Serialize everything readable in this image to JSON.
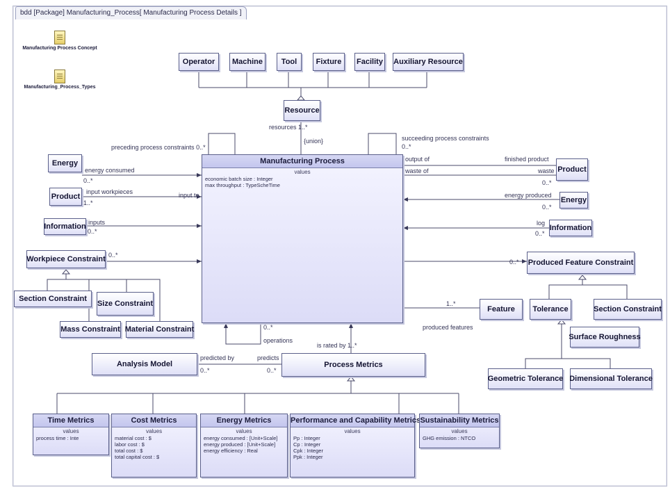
{
  "tab": {
    "label": "bdd [Package] Manufacturing_Process[ Manufacturing Process Details ]"
  },
  "packages": {
    "concept": "Manufacturing Process Concept",
    "types": "Manufacturing_Process_Types"
  },
  "resources": {
    "items": [
      "Operator",
      "Machine",
      "Tool",
      "Fixture",
      "Facility",
      "Auxiliary Resource"
    ],
    "parent": "Resource"
  },
  "main": {
    "title": "Manufacturing Process",
    "section": "values",
    "attributes": [
      "economic batch size : Integer",
      "max throughput : TypeScheTime"
    ]
  },
  "left_blocks": {
    "energy": "Energy",
    "product": "Product",
    "information": "Information",
    "workpiece_constraint": "Workpiece Constraint",
    "section_constraint": "Section Constraint",
    "size_constraint": "Size Constraint",
    "mass_constraint": "Mass Constraint",
    "material_constraint": "Material Constraint"
  },
  "right_blocks": {
    "product": "Product",
    "energy": "Energy",
    "information": "Information",
    "produced_feature_constraint": "Produced Feature Constraint",
    "feature": "Feature",
    "tolerance": "Tolerance",
    "section_constraint": "Section Constraint",
    "surface_roughness": "Surface Roughness",
    "geometric_tolerance": "Geometric Tolerance",
    "dimensional_tolerance": "Dimensional Tolerance"
  },
  "bottom": {
    "analysis_model": "Analysis Model",
    "process_metrics": "Process Metrics"
  },
  "metrics": [
    {
      "title": "Time Metrics",
      "section": "values",
      "attrs": [
        "process time : Inte"
      ]
    },
    {
      "title": "Cost Metrics",
      "section": "values",
      "attrs": [
        "material cost : $",
        "labor cost : $",
        "total cost : $",
        "total capital cost : $"
      ]
    },
    {
      "title": "Energy Metrics",
      "section": "values",
      "attrs": [
        "energy consumed : [Unit+Scale]",
        "energy produced : [Unit+Scale]",
        "energy efficiency : Real"
      ]
    },
    {
      "title": "Performance and Capability Metrics",
      "section": "values",
      "attrs": [
        "Pp : Integer",
        "Cp : Integer",
        "Cpk : Integer",
        "Ppk : Integer"
      ]
    },
    {
      "title": "Sustainability Metrics",
      "section": "values",
      "attrs": [
        "GHG emission : NTCO"
      ]
    }
  ],
  "labels": {
    "resources": "resources 1..*",
    "union": "{union}",
    "preceding": "preceding process constraints 0..*",
    "succeeding": "succeeding process constraints",
    "succeeding_mult": "0..*",
    "energy_consumed": "energy consumed",
    "energy_consumed_mult": "0..*",
    "input_workpieces": "input workpieces",
    "input_to": "input to",
    "input_mult": "1..*",
    "inputs": "inputs",
    "inputs_mult": "0..*",
    "wp_mult": "0..*",
    "output_of": "output of",
    "waste_of": "waste of",
    "finished_product": "finished product",
    "waste": "waste",
    "product_mult": "0..*",
    "energy_produced": "energy produced",
    "energy_prod_mult": "0..*",
    "log": "log",
    "info_mult": "0..*",
    "pfc_mult": "0..*",
    "feature_mult": "1..*",
    "produced_features": "produced features",
    "operations_mult": "0..*",
    "operations": "operations",
    "is_rated_by": "is rated by 1..*",
    "predicted_by": "predicted by",
    "predicts": "predicts",
    "am_mult": "0..*",
    "pm_mult": "0..*"
  }
}
